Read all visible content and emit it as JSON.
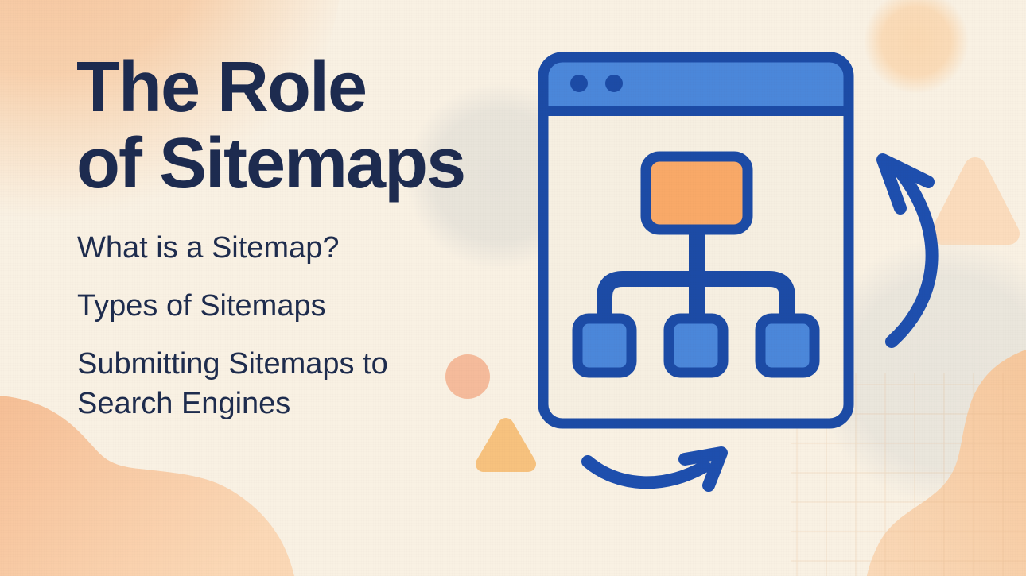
{
  "slide": {
    "title_line1": "The Role",
    "title_line2": "of Sitemaps"
  },
  "topics": {
    "items": [
      "What is a Sitemap?",
      "Types of Sitemaps",
      "Submitting Sitemaps to Search Engines"
    ]
  },
  "illustration": {
    "description": "browser window containing a sitemap hierarchy: one orange root node connected to three blue child nodes, with two curved cycle arrows",
    "window_dots_count": 2,
    "child_node_count": 3
  },
  "colors": {
    "background": "#f9f1e3",
    "heading_text": "#1d2b50",
    "body_text": "#1e2c4e",
    "primary_blue": "#1c4ba6",
    "light_blue": "#4b87da",
    "accent_orange": "#f9a968",
    "window_fill": "#f6efe1",
    "peach_decor": "#f7c89f",
    "gray_decor": "#e7e3da"
  }
}
